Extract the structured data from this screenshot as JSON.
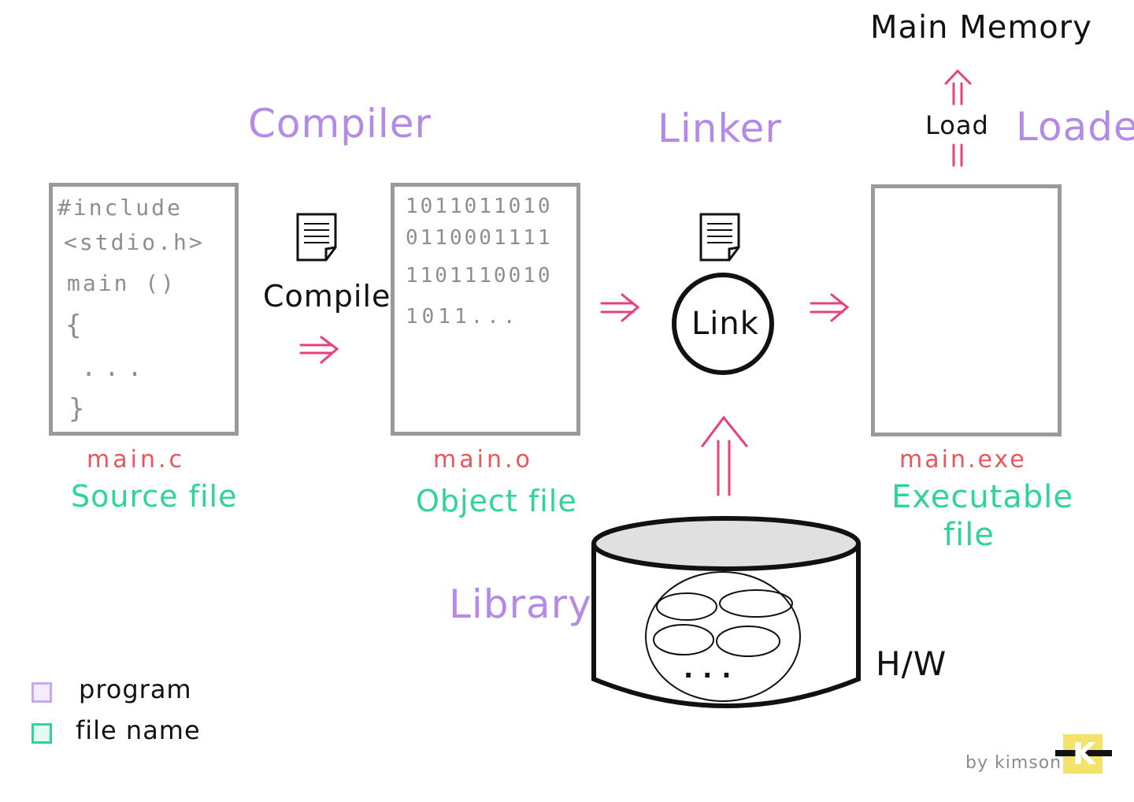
{
  "titles": {
    "main_memory": "Main Memory",
    "compiler": "Compiler",
    "linker": "Linker",
    "loader": "Loader",
    "library": "Library",
    "load": "Load",
    "hw": "H/W"
  },
  "actions": {
    "compile": "Compile",
    "link": "Link"
  },
  "source_box": {
    "lines": [
      "#include",
      "<stdio.h>",
      "main ()",
      "{",
      "...",
      "}"
    ]
  },
  "object_box": {
    "lines": [
      "1011011010",
      "0110001111",
      "1101110010",
      "1011..."
    ]
  },
  "files": {
    "source_name": "main.c",
    "source_type": "Source file",
    "object_name": "main.o",
    "object_type": "Object file",
    "exe_name": "main.exe",
    "exe_type_1": "Executable",
    "exe_type_2": "file"
  },
  "library_dots": "...",
  "legend": {
    "program": "program",
    "file_name": "file name"
  },
  "credit": {
    "by": "by kimson",
    "logo": "K"
  },
  "colors": {
    "program": "#b48ae8",
    "file_name": "#2fd49a",
    "filename_red": "#e8555c",
    "arrow": "#e8407f",
    "box_border": "#9a9a9a"
  }
}
